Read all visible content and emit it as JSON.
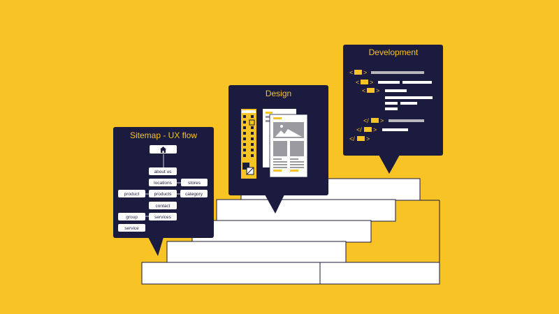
{
  "colors": {
    "background": "#F7C325",
    "bubble": "#1B1A3F",
    "accent": "#F7C325",
    "step_fill": "#FFFFFF",
    "step_stroke": "#1B1A3F",
    "code_gray": "#B8B8BE"
  },
  "bubbles": {
    "sitemap": {
      "title": "Sitemap - UX flow",
      "home_icon": "home-icon",
      "nodes": {
        "about_us": "about us",
        "locations": "locations",
        "stores": "stores",
        "product": "product",
        "products": "products",
        "category": "category",
        "contact": "contact",
        "group": "group",
        "services": "services",
        "service": "service"
      }
    },
    "design": {
      "title": "Design",
      "tool_palette_icon": "tool-palette-icon",
      "image_placeholder_icon": "image-icon"
    },
    "development": {
      "title": "Development",
      "code_tokens": {
        "open_1": "<",
        "open_2": "<",
        "open_3": "<",
        "close_1": "</",
        "close_2": "</",
        "close_3": "</",
        "gt": ">"
      }
    }
  }
}
